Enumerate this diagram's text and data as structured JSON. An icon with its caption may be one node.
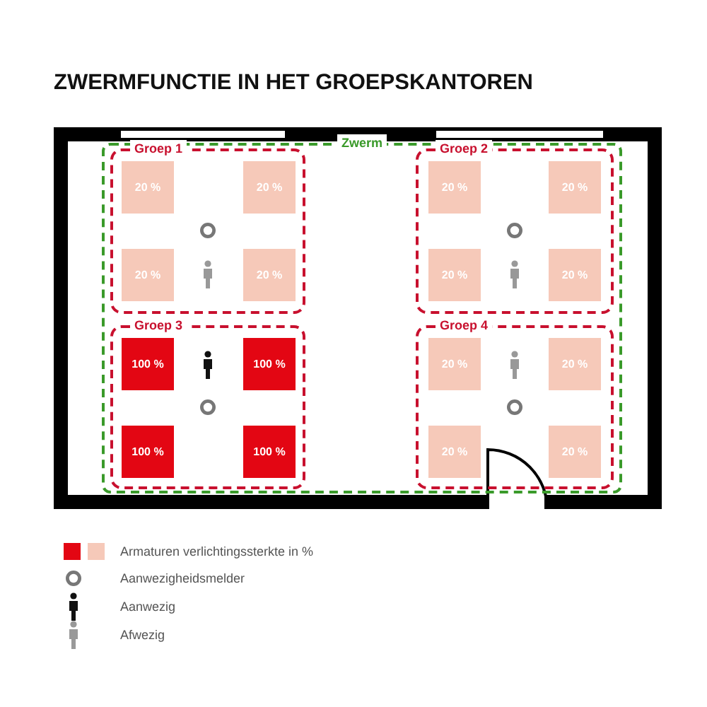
{
  "diagram": {
    "title": "ZWERMFUNCTIE IN HET GROEPSKANTOREN",
    "nodes": [
      {
        "text": [
          "Zwerm"
        ]
      },
      {
        "text": [
          "Groep 1"
        ],
        "in": 0
      },
      {
        "text": [
          "20 %"
        ],
        "in": 1
      },
      {
        "text": [
          "20 %"
        ],
        "in": 1
      },
      {
        "text": [
          "20 %"
        ],
        "in": 1
      },
      {
        "text": [
          "20 %"
        ],
        "in": 1
      },
      {
        "text": [
          "Groep 2"
        ],
        "in": 0
      },
      {
        "text": [
          "20 %"
        ],
        "in": 6
      },
      {
        "text": [
          "20 %"
        ],
        "in": 6
      },
      {
        "text": [
          "20 %"
        ],
        "in": 6
      },
      {
        "text": [
          "20 %"
        ],
        "in": 6
      },
      {
        "text": [
          "Groep 3"
        ],
        "in": 0
      },
      {
        "text": [
          "100 %"
        ],
        "in": 11
      },
      {
        "text": [
          "100 %"
        ],
        "in": 11
      },
      {
        "text": [
          "100 %"
        ],
        "in": 11
      },
      {
        "text": [
          "100 %"
        ],
        "in": 11
      },
      {
        "text": [
          "Groep 4"
        ],
        "in": 0
      },
      {
        "text": [
          "20 %"
        ],
        "in": 16
      },
      {
        "text": [
          "20 %"
        ],
        "in": 16
      },
      {
        "text": [
          "20 %"
        ],
        "in": 16
      },
      {
        "text": [
          "20 %"
        ],
        "in": 16
      }
    ],
    "legend": [
      {
        "text": "Armaturen verlichtingssterkte in %",
        "color": "#e30613"
      },
      {
        "text": "Aanwezigheidsmelder"
      },
      {
        "text": "Aanwezig"
      },
      {
        "text": "Afwezig"
      }
    ]
  }
}
